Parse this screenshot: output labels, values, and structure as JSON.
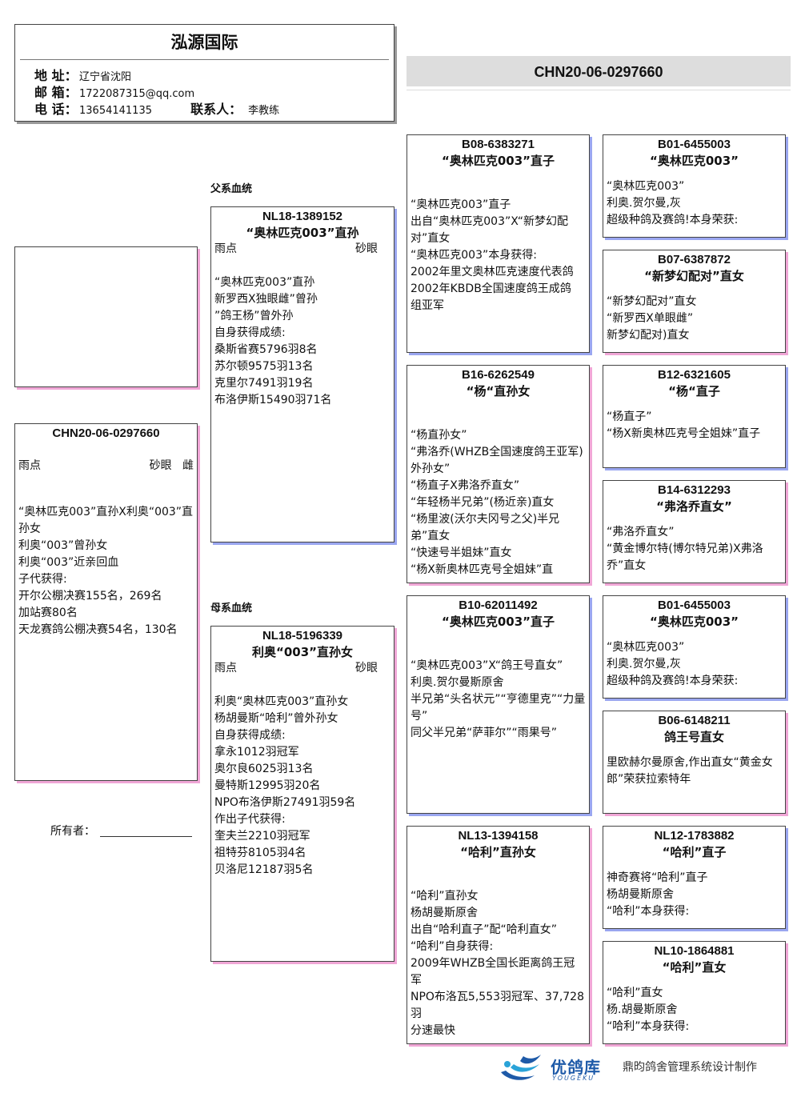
{
  "company": {
    "name": "泓源国际",
    "address_label": "地  址：",
    "address": "辽宁省沈阳",
    "email_label": "邮  箱：",
    "email": "1722087315@qq.com",
    "phone_label": "电  话：",
    "phone": "13654141135",
    "contact_label": "联系人：",
    "contact": "李教练"
  },
  "ring_header": "CHN20-06-0297660",
  "labels": {
    "sire_line": "父系血统",
    "dam_line": "母系血统",
    "owner": "所有者："
  },
  "subject": {
    "ring": "CHN20-06-0297660",
    "eye": "雨点",
    "eye2": "砂眼",
    "sex": "雌",
    "desc": "“奥林匹克003”直孙X利奥“003”直孙女\n利奥“003”曾孙女\n利奥“003”近亲回血\n子代获得:\n开尔公棚决赛155名，269名\n加站赛80名\n天龙赛鸽公棚决赛54名，130名"
  },
  "sire": {
    "ring": "NL18-1389152",
    "name": "“奥林匹克003”直孙",
    "eye": "雨点",
    "eye2": "砂眼",
    "desc": "“奥林匹克003”直孙\n新罗西X独眼雌”曾孙\n”鸽王杨”曾外孙\n自身获得成绩:\n桑斯省赛5796羽8名\n苏尔顿9575羽13名\n克里尔7491羽19名\n布洛伊斯15490羽71名"
  },
  "dam": {
    "ring": "NL18-5196339",
    "name": "利奥“003”直孙女",
    "eye": "雨点",
    "eye2": "砂眼",
    "desc": "利奥“奥林匹克003”直孙女\n杨胡曼斯“哈利”曾外孙女\n自身获得成绩:\n拿永1012羽冠军\n奥尔良6025羽13名\n曼特斯12995羽20名\nNPO布洛伊斯27491羽59名\n作出子代获得:\n奎夫兰2210羽冠军\n祖特芬8105羽4名\n贝洛尼12187羽5名"
  },
  "gp": [
    {
      "ring": "B08-6383271",
      "name": "“奥林匹克003”直子",
      "desc": "“奥林匹克003”直子\n出自“奥林匹克003”X“新梦幻配对”直女\n“奥林匹克003”本身获得:\n2002年里文奥林匹克速度代表鸽\n2002年KBDB全国速度鸽王成鸽\n组亚军"
    },
    {
      "ring": "B16-6262549",
      "name": "“杨“直孙女",
      "desc": "“杨直孙女”\n“弗洛乔(WHZB全国速度鸽王亚军)外孙女”\n“杨直子X弗洛乔直女”\n“年轻杨半兄弟”(杨近亲)直女\n“杨里波(沃尔夫冈号之父)半兄弟”直女\n“快速号半姐妹”直女\n“杨Ⅹ新奥林匹克号全姐妹”直"
    },
    {
      "ring": "B10-62011492",
      "name": "“奥林匹克003”直子",
      "desc": "“奥林匹克003”X“鸽王号直女”\n利奥.贺尔曼斯原舍\n半兄弟“头名状元”“亨德里克”“力量号”\n同父半兄弟“萨菲尔”“雨果号”"
    },
    {
      "ring": "NL13-1394158",
      "name": "“哈利”直孙女",
      "desc": "“哈利”直孙女\n杨胡曼斯原舍\n出自“哈利直子”配“哈利直女”\n“哈利”自身获得:\n2009年WHZB全国长距离鸽王冠军\nNPO布洛瓦5,553羽冠军、37,728羽\n分速最快"
    }
  ],
  "ggp": [
    {
      "ring": "B01-6455003",
      "name": "“奥林匹克003”",
      "desc": "“奥林匹克003”\n利奥.贺尔曼,灰\n超级种鸽及赛鸽!本身荣获:"
    },
    {
      "ring": "B07-6387872",
      "name": "“新梦幻配对”直女",
      "desc": "“新梦幻配对”直女\n“新罗西X单眼雌”\n新梦幻配对)直女"
    },
    {
      "ring": "B12-6321605",
      "name": "“杨“直子",
      "desc": "“杨直子”\n“杨Ⅹ新奥林匹克号全姐妹”直子"
    },
    {
      "ring": "B14-6312293",
      "name": "“弗洛乔直女”",
      "desc": "“弗洛乔直女”\n“黄金博尔特(博尔特兄弟)X弗洛乔”直女"
    },
    {
      "ring": "B01-6455003",
      "name": "“奥林匹克003”",
      "desc": "“奥林匹克003”\n利奥.贺尔曼,灰\n超级种鸽及赛鸽!本身荣获:"
    },
    {
      "ring": "B06-6148211",
      "name": "鸽王号直女",
      "desc": "里欧赫尔曼原舍,作出直女“黄金女郎”荣获拉索特年"
    },
    {
      "ring": "NL12-1783882",
      "name": "“哈利”直子",
      "desc": "神奇赛将“哈利”直子\n杨胡曼斯原舍\n“哈利”本身获得:"
    },
    {
      "ring": "NL10-1864881",
      "name": "“哈利”直女",
      "desc": "“哈利”直女\n杨.胡曼斯原舍\n“哈利”本身获得:"
    }
  ],
  "footer": {
    "brand": "优鸽库",
    "brand_en": "YOUGEKU",
    "credit": "鼎昀鸽舍管理系统设计制作"
  },
  "colors": {
    "male_shadow": "#9aa6f0",
    "female_shadow": "#f0a6d6",
    "brand": "#1e5aa8"
  }
}
